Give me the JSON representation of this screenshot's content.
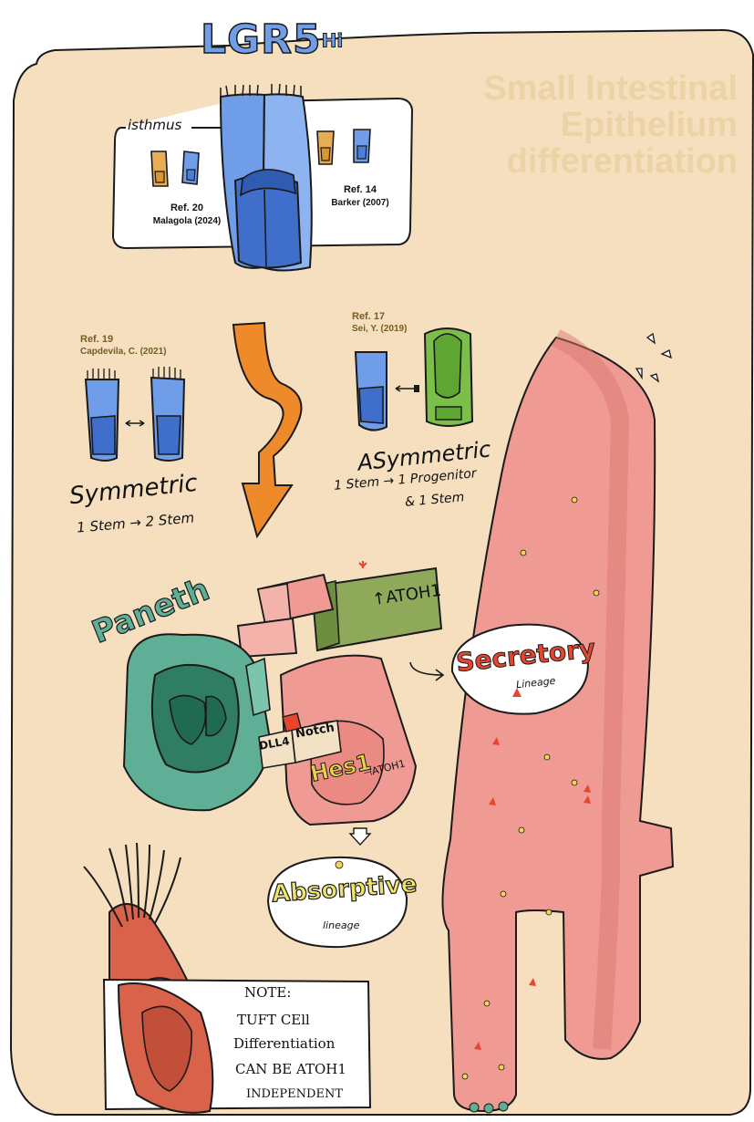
{
  "title": {
    "line1": "Small Intestinal",
    "line2": "Epithelium",
    "line3": "differentiation"
  },
  "stem_label": {
    "main": "LGR5",
    "sup": "Hi"
  },
  "isthmus": {
    "label": "isthmus",
    "left_ref": "Ref. 20",
    "left_author": "Malagola (2024)",
    "right_ref": "Ref. 14",
    "right_author": "Barker (2007)"
  },
  "symmetric": {
    "ref": "Ref. 19",
    "author": "Capdevila, C. (2021)",
    "label": "Symmetric",
    "caption": "1 Stem → 2 Stem"
  },
  "asymmetric": {
    "ref": "Ref. 17",
    "author": "Sei, Y. (2019)",
    "label": "ASymmetric",
    "caption_line1": "1 Stem → 1 Progenitor",
    "caption_line2": "& 1 Stem"
  },
  "markers": {
    "atoh1": "↑ATOH1",
    "paneth": "Paneth",
    "dll4": "DLL4",
    "notch": "Notch",
    "hes1": "Hes1",
    "hes1_target": "⊣ATOH1"
  },
  "secretory": {
    "label": "Secretory",
    "sub": "Lineage"
  },
  "absorptive": {
    "label": "Absorptive",
    "sub": "lineage"
  },
  "note": {
    "line1": "NOTE:",
    "line2": "TUFT CEll",
    "line3": "Differentiation",
    "line4": "CAN BE ATOH1",
    "line5": "INDEPENDENT"
  },
  "colors": {
    "background": "#f5dfbe",
    "stem_blue": "#6f9de8",
    "progenitor_green": "#7bbf4a",
    "paneth_teal": "#5fae96",
    "villus_pink": "#ef9a92",
    "tuft_red": "#d8634a",
    "arrow_orange": "#ef8a2a"
  }
}
